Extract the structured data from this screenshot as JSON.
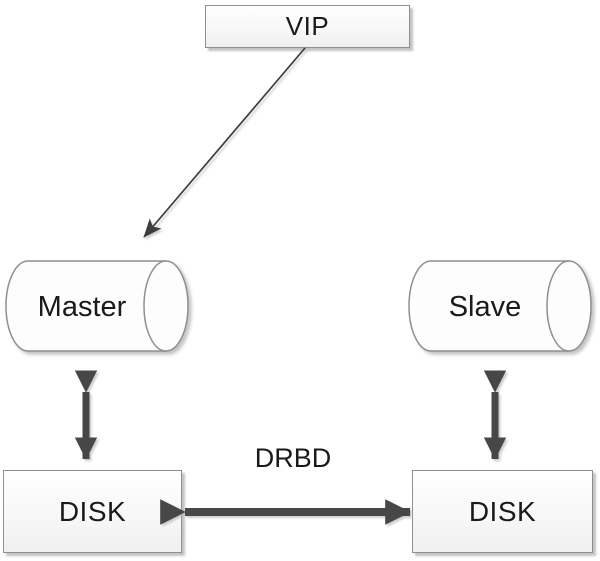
{
  "diagram": {
    "nodes": {
      "vip": {
        "label": "VIP",
        "shape": "rectangle"
      },
      "master": {
        "label": "Master",
        "shape": "horizontal-cylinder"
      },
      "slave": {
        "label": "Slave",
        "shape": "horizontal-cylinder"
      },
      "disk_left": {
        "label": "DISK",
        "shape": "rectangle"
      },
      "disk_right": {
        "label": "DISK",
        "shape": "rectangle"
      }
    },
    "connectors": {
      "vip_to_master": {
        "type": "thin-single-arrow",
        "from": "vip",
        "to": "master",
        "label": ""
      },
      "master_to_disk": {
        "type": "thick-double-arrow",
        "from": "master",
        "to": "disk_left",
        "label": ""
      },
      "slave_to_disk": {
        "type": "thick-double-arrow",
        "from": "slave",
        "to": "disk_right",
        "label": ""
      },
      "disk_to_disk": {
        "type": "thick-double-arrow",
        "from": "disk_left",
        "to": "disk_right",
        "label": "DRBD"
      }
    },
    "colors": {
      "background": "#ffffff",
      "node_border": "#8f8f8f",
      "node_fill": "#fbfbfb",
      "arrow_thick": "#474747",
      "arrow_thin": "#3d3d3d",
      "text": "#1a1a1a"
    }
  }
}
